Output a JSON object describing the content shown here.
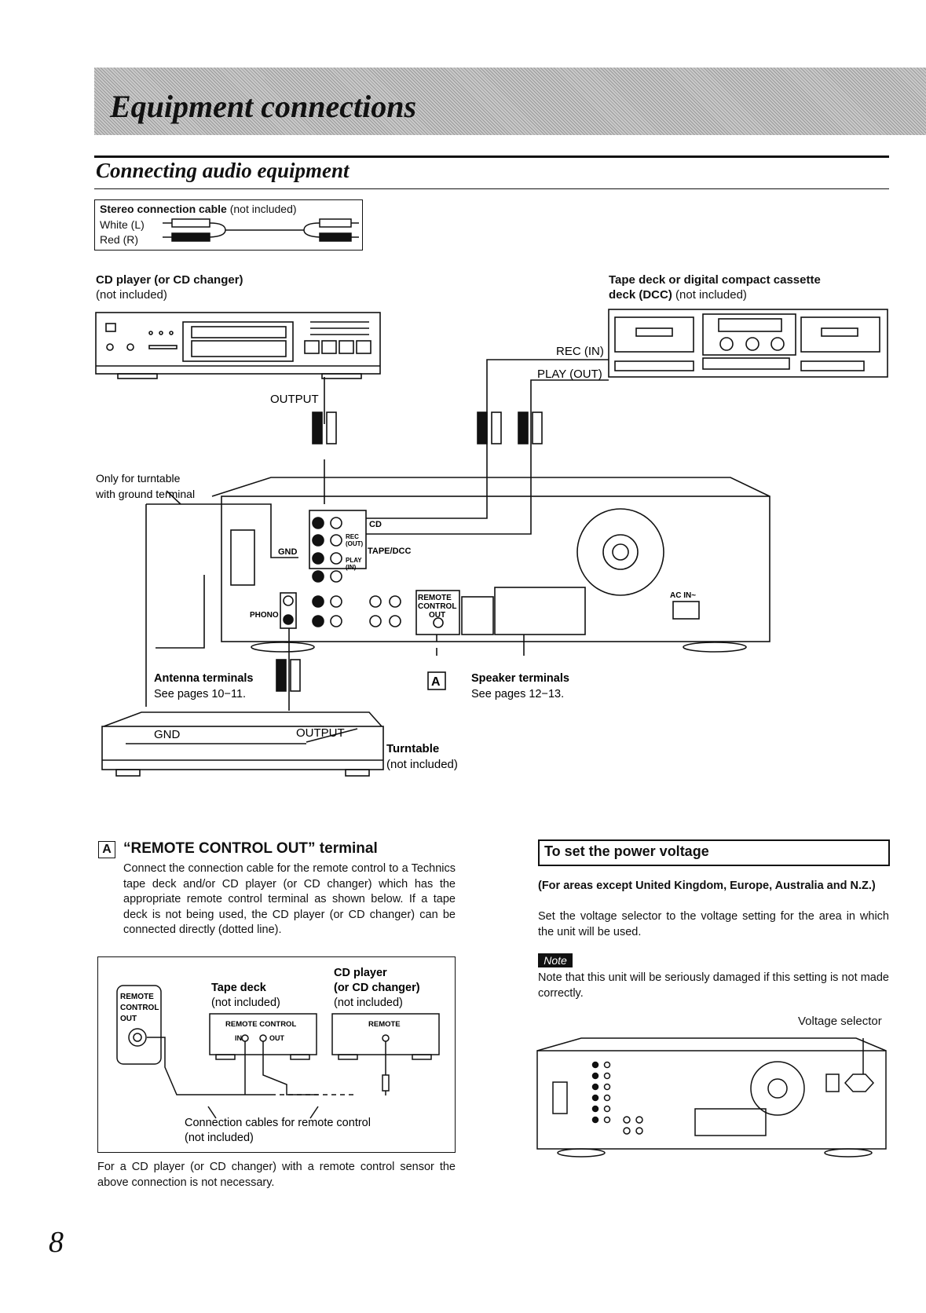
{
  "header": {
    "title": "Equipment connections"
  },
  "section": {
    "title": "Connecting audio equipment"
  },
  "cable_legend": {
    "name": "Stereo connection cable",
    "note": "(not included)",
    "white": "White  (L)",
    "red": "Red    (R)"
  },
  "cd_player": {
    "name": "CD player (or CD changer)",
    "note": "(not included)",
    "output": "OUTPUT"
  },
  "tape_deck": {
    "name_line1": "Tape deck or digital compact cassette",
    "name_line2": "deck (DCC)",
    "note": "(not included)",
    "rec": "REC (IN)",
    "play": "PLAY (OUT)"
  },
  "turntable_note": {
    "line1": "Only for turntable",
    "line2": "with ground terminal"
  },
  "amp": {
    "cd": "CD",
    "rec": "REC",
    "rec_out": "(OUT)",
    "tape": "TAPE/DCC",
    "play": "PLAY",
    "play_in": "(IN)",
    "gnd": "GND",
    "phono": "PHONO",
    "remote1": "REMOTE",
    "remote2": "CONTROL",
    "remote3": "OUT",
    "ac_in": "AC IN~"
  },
  "antenna": {
    "title": "Antenna terminals",
    "pages": "See pages 10−11."
  },
  "speaker": {
    "title": "Speaker terminals",
    "pages": "See pages 12−13."
  },
  "marker_a": "A",
  "turntable": {
    "gnd": "GND",
    "output": "OUTPUT",
    "name": "Turntable",
    "note": "(not included)"
  },
  "remote_section": {
    "title": "“REMOTE CONTROL OUT” terminal",
    "body": "Connect the connection cable for the remote control to a Technics tape deck and/or CD player (or CD changer) which has the appropriate remote control terminal as shown below. If a tape deck is not being used, the CD player (or CD changer) can be connected directly (dotted line).",
    "diagram": {
      "remote1": "REMOTE",
      "remote2": "CONTROL",
      "remote3": "OUT",
      "tape": "Tape deck",
      "tape_note": "(not included)",
      "cd1": "CD player",
      "cd2": "(or CD changer)",
      "cd_note": "(not included)",
      "tape_panel": "REMOTE CONTROL",
      "tape_in": "IN",
      "tape_out": "OUT",
      "cd_panel": "REMOTE",
      "cables": "Connection cables for remote control",
      "cables_note": "(not included)"
    },
    "footer": "For a CD player (or CD changer) with a remote control sensor the above connection is not necessary."
  },
  "voltage_section": {
    "title": "To set the power voltage",
    "areas": "(For areas except United Kingdom, Europe, Australia and N.Z.)",
    "body": "Set the voltage selector to the voltage setting for the area in which the unit will be used.",
    "note_label": "Note",
    "note": "Note that this unit will be seriously damaged if this setting is not made correctly.",
    "selector": "Voltage selector"
  },
  "page_number": "8"
}
